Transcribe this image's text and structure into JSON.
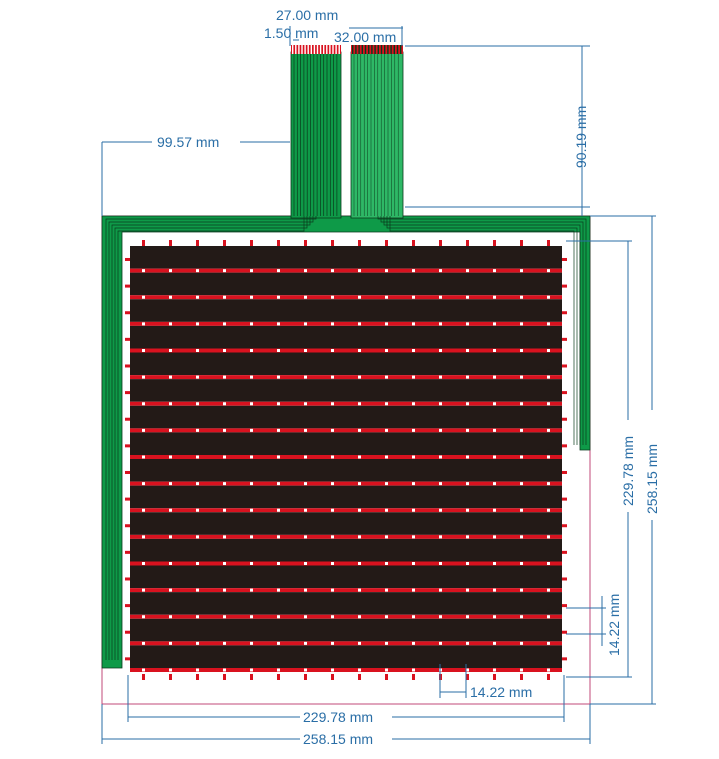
{
  "colors": {
    "dimension": "#2a6ea6",
    "pcb_green": "#0e9a48",
    "pcb_green_light": "#2eb866",
    "trace_dark": "#0a3a1c",
    "electrode_black": "#231a17",
    "electrode_red": "#d9121f",
    "outline": "#c04a78"
  },
  "dimensions": {
    "tail_width": "27.00 mm",
    "pin_pitch": "1.50 mm",
    "connector_width": "32.00 mm",
    "tail_length": "90.19 mm",
    "tail_offset": "99.57 mm",
    "active_height": "229.78 mm",
    "total_height": "258.15 mm",
    "row_pitch": "14.22 mm",
    "column_pitch": "14.22 mm",
    "active_width": "229.78 mm",
    "total_width": "258.15 mm"
  },
  "grid": {
    "rows": 16,
    "columns": 16
  }
}
